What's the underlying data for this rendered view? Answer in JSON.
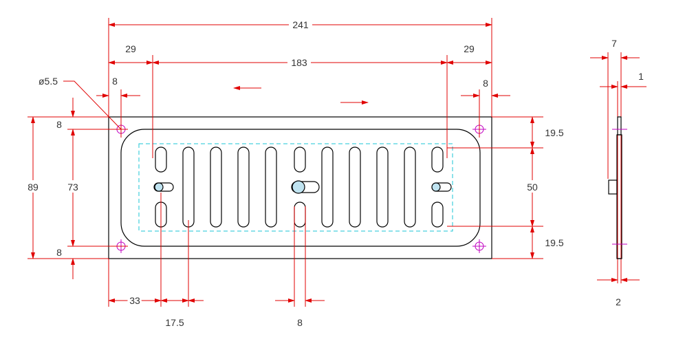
{
  "dimensions": {
    "overall_width": "241",
    "edge_offset_left": "29",
    "slot_span": "183",
    "edge_offset_right": "29",
    "hole_inset_left": "8",
    "hole_inset_right": "8",
    "hole_diameter": "ø5.5",
    "left_top": "8",
    "left_height": "89",
    "left_inner": "73",
    "left_bottom": "8",
    "right_top": "19.5",
    "right_middle": "50",
    "right_bottom": "19.5",
    "bottom_33": "33",
    "bottom_17_5": "17.5",
    "bottom_8": "8",
    "side_width": "7",
    "side_1": "1",
    "side_2": "2"
  },
  "colors": {
    "dimension": "#e00000",
    "outline": "#000000",
    "hidden": "#19c6d6",
    "centerline": "#c000c0"
  }
}
